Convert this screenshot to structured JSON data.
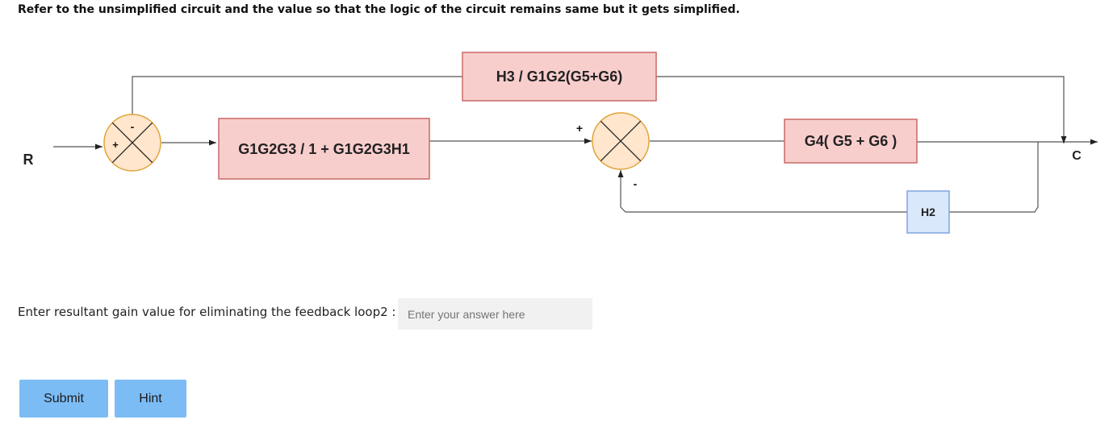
{
  "instruction": "Refer to the unsimplified circuit and the value so that the logic of the circuit remains same but it gets simplified.",
  "diagram": {
    "input_label": "R",
    "output_label": "C",
    "blocks": {
      "forward1": "G1G2G3 / 1 + G1G2G3H1",
      "feedforward_top": "H3 / G1G2(G5+G6)",
      "forward2": "G4( G5 + G6 )",
      "feedback": "H2"
    },
    "summing_junction_1": {
      "left_sign": "+",
      "top_sign": "-"
    },
    "summing_junction_2": {
      "top_sign": "+",
      "bottom_sign": "-"
    },
    "colors": {
      "block_fill": "#f8cecc",
      "block_stroke": "#c96a67",
      "feedback_fill": "#dae8fc",
      "feedback_stroke": "#7ea6e0",
      "junction_fill": "#ffe6cc",
      "junction_stroke": "#e0a43a",
      "line": "#555555"
    }
  },
  "question": {
    "label": "Enter resultant gain value for eliminating the feedback loop2 :",
    "placeholder": "Enter your answer here",
    "value": ""
  },
  "buttons": {
    "submit": "Submit",
    "hint": "Hint",
    "color": "#7cbcf5"
  }
}
